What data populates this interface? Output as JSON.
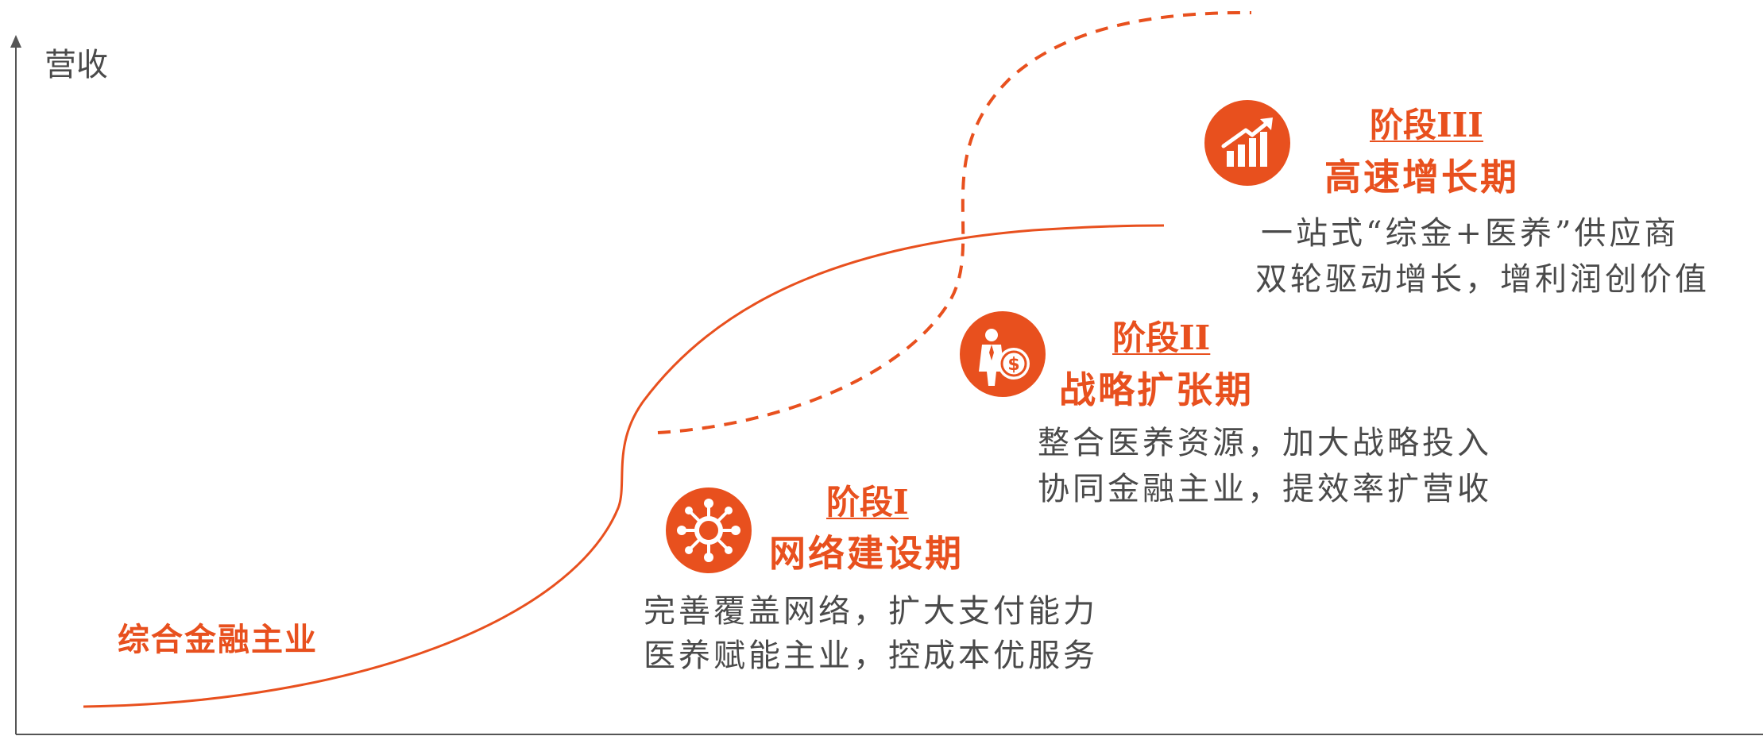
{
  "axis": {
    "y_label": "营收"
  },
  "main_business": "综合金融主业",
  "stages": [
    {
      "title": "阶段I",
      "name": "网络建设期",
      "desc": [
        "完善覆盖网络，扩大支付能力",
        "医养赋能主业，控成本优服务"
      ],
      "icon": "network-icon"
    },
    {
      "title": "阶段II",
      "name": "战略扩张期",
      "desc": [
        "整合医养资源，加大战略投入",
        "协同金融主业，提效率扩营收"
      ],
      "icon": "businessman-coin-icon"
    },
    {
      "title": "阶段III",
      "name": "高速增长期",
      "desc": [
        "一站式“综金+医养”供应商",
        "双轮驱动增长，增利润创价值"
      ],
      "icon": "growth-chart-icon"
    }
  ],
  "colors": {
    "accent": "#E8501E",
    "text": "#4a4a4a",
    "axis": "#555555"
  }
}
